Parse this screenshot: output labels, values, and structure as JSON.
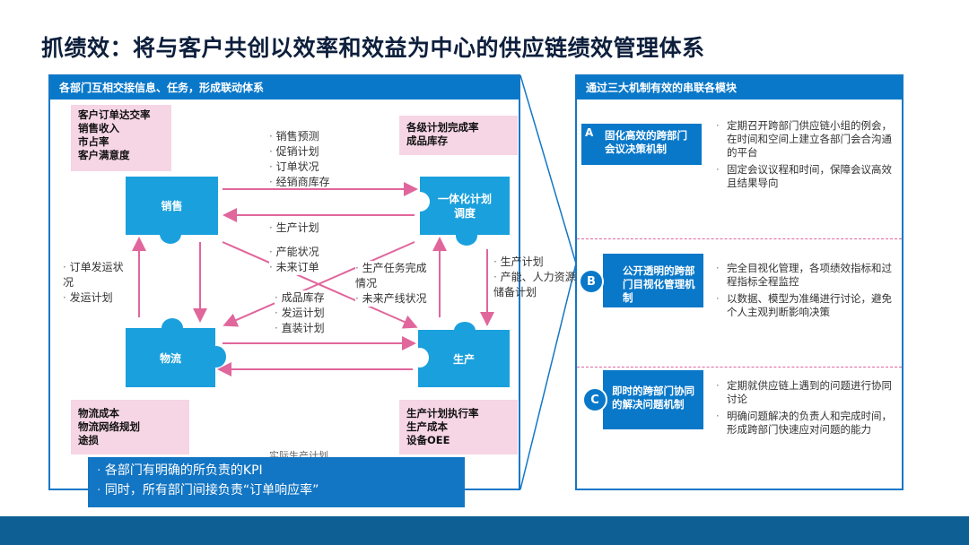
{
  "title": "抓绩效：将与客户共创以效率和效益为中心的供应链绩效管理体系",
  "left_panel": {
    "header": "各部门互相交接信息、任务，形成联动体系",
    "kpis": {
      "sales": [
        "客户订单达交率",
        "销售收入",
        "市占率",
        "客户满意度"
      ],
      "planning": [
        "各级计划完成率",
        "成品库存"
      ],
      "logistics": [
        "物流成本",
        "物流网络规划",
        "途损"
      ],
      "production": [
        "生产计划执行率",
        "生产成本",
        "设备OEE"
      ]
    },
    "departments": {
      "sales": "销售",
      "planning": "一体化计划调度",
      "logistics": "物流",
      "production": "生产"
    },
    "flows": {
      "sales_to_planning": [
        "销售预测",
        "促销计划",
        "订单状况",
        "经销商库存"
      ],
      "planning_to_sales": [
        "生产计划"
      ],
      "planning_to_sales_capacity": [
        "产能状况",
        "未来订单"
      ],
      "logistics_to_sales": [
        "订单发运状况",
        "发运计划"
      ],
      "production_to_planning_status": [
        "生产任务完成情况",
        "未来产线状况"
      ],
      "planning_to_production": [
        "生产计划",
        "产能、人力资源储备计划"
      ],
      "logistics_flows": [
        "成品库存",
        "发运计划",
        "直装计划"
      ],
      "hidden_text": "实际生产计划"
    },
    "note": [
      "各部门有明确的所负责的KPI",
      "同时，所有部门间接负责“订单响应率”"
    ]
  },
  "right_panel": {
    "header": "通过三大机制有效的串联各模块",
    "mechanisms": [
      {
        "letter": "A",
        "title": "固化高效的跨部门会议决策机制",
        "points": [
          "定期召开跨部门供应链小组的例会，在时间和空间上建立各部门会合沟通的平台",
          "固定会议议程和时间，保障会议高效且结果导向"
        ]
      },
      {
        "letter": "B",
        "title": "公开透明的跨部门目视化管理机制",
        "points": [
          "完全目视化管理，各项绩效指标和过程指标全程监控",
          "以数据、模型为准绳进行讨论，避免个人主观判断影响决策"
        ]
      },
      {
        "letter": "C",
        "title": "即时的跨部门协同的解决问题机制",
        "points": [
          "定期就供应链上遇到的问题进行协同讨论",
          "明确问题解决的负责人和完成时间，形成跨部门快速应对问题的能力"
        ]
      }
    ]
  },
  "colors": {
    "primary": "#0a78c9",
    "dept": "#1aa0dd",
    "kpi_bg": "#f6d5e5",
    "arrow": "#e0669c",
    "footer": "#0d5f94"
  }
}
